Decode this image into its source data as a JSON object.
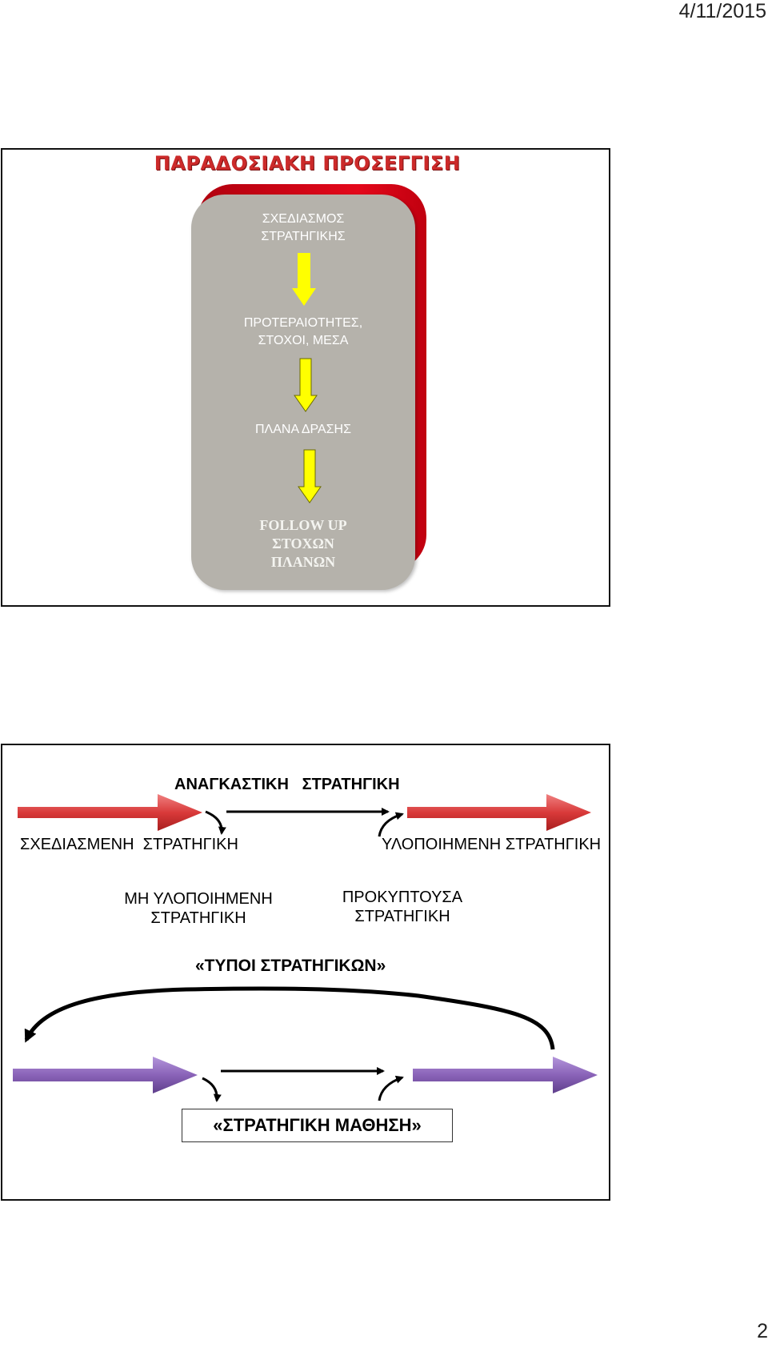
{
  "header": {
    "date": "4/11/2015"
  },
  "footer": {
    "page_number": "2"
  },
  "slide1": {
    "title": "ΠΑΡΑΔΟΣΙΑΚΗ ΠΡΟΣΕΓΓΙΣΗ",
    "steps": [
      "ΣΧΕΔΙΑΣΜΟΣ ΣΤΡΑΤΗΓΙΚΗΣ",
      "ΠΡΟΤΕΡΑΙΟΤΗΤΕΣ, ΣΤΟΧΟΙ, ΜΕΣΑ",
      "ΠΛΑΝΑ ΔΡΑΣΗΣ",
      "FOLLOW UP ΣΤΟΧΩΝ ΠΛΑΝΩΝ"
    ],
    "step_lines": {
      "s1a": "ΣΧΕΔΙΑΣΜΟΣ",
      "s1b": "ΣΤΡΑΤΗΓΙΚΗΣ",
      "s2a": "ΠΡΟΤΕΡΑΙΟΤΗΤΕΣ,",
      "s2b": "ΣΤΟΧΟΙ, ΜΕΣΑ",
      "s3": "ΠΛΑΝΑ ΔΡΑΣΗΣ",
      "s4a": "FOLLOW UP",
      "s4b": "ΣΤΟΧΩΝ",
      "s4c": "ΠΛΑΝΩΝ"
    },
    "colors": {
      "title": "#cc2a2a",
      "panel": "#b5b2ab",
      "panel_back": "#e4081b",
      "arrow": "#ffff00"
    }
  },
  "slide2": {
    "forced": "ΑΝΑΓΚΑΣΤΙΚΗ   ΣΤΡΑΤΗΓΙΚΗ",
    "planned": "ΣΧΕΔΙΑΣΜΕΝΗ  ΣΤΡΑΤΗΓΙΚΗ",
    "realized": "ΥΛΟΠΟΙΗΜΕΝΗ ΣΤΡΑΤΗΓΙΚΗ",
    "unrealized": {
      "line1": "ΜΗ ΥΛΟΠΟΙΗΜΕΝΗ",
      "line2": "ΣΤΡΑΤΗΓΙΚΗ"
    },
    "emergent": {
      "line1": "ΠΡΟΚΥΠΤΟΥΣΑ",
      "line2": "ΣΤΡΑΤΗΓΙΚΗ"
    },
    "types_title": "«ΤΥΠΟΙ ΣΤΡΑΤΗΓΙΚΩΝ»",
    "learning": "«ΣΤΡΑΤΗΓΙΚΗ ΜΑΘΗΣΗ»",
    "colors": {
      "red_arrow": "#d93a3a",
      "purple_arrow": "#8a63b8"
    }
  }
}
